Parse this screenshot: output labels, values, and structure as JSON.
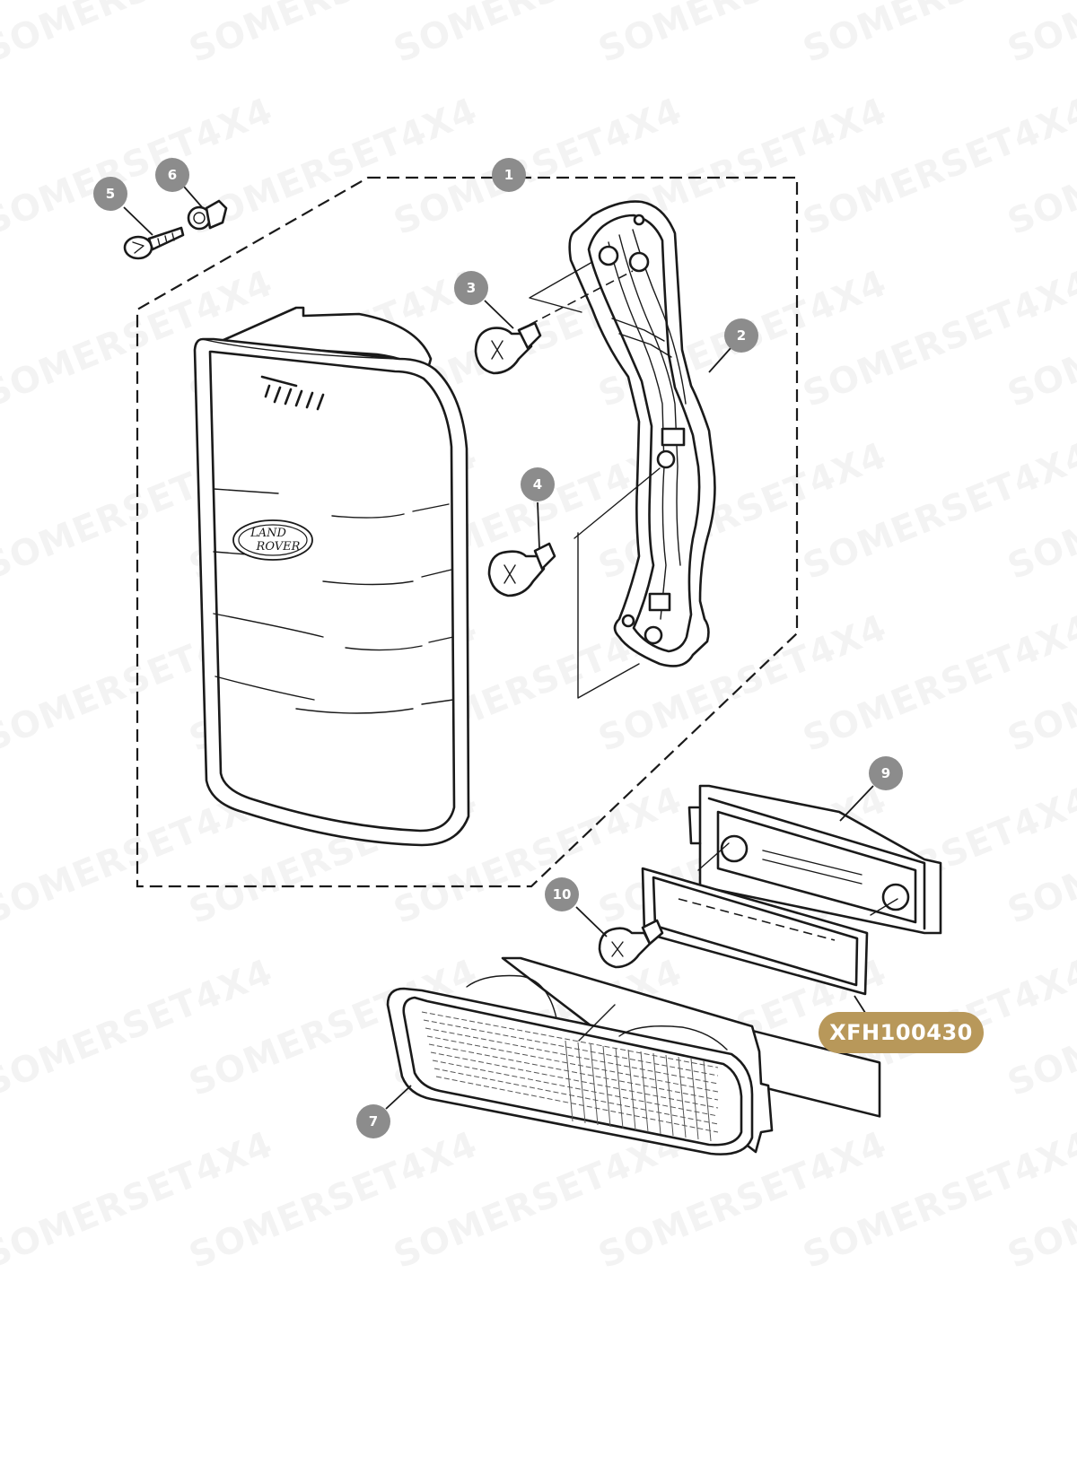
{
  "watermark": {
    "text": "SOMERSET4X4"
  },
  "callouts": [
    {
      "id": "callout-1",
      "label": "1"
    },
    {
      "id": "callout-2",
      "label": "2"
    },
    {
      "id": "callout-3",
      "label": "3"
    },
    {
      "id": "callout-4",
      "label": "4"
    },
    {
      "id": "callout-5",
      "label": "5"
    },
    {
      "id": "callout-6",
      "label": "6"
    },
    {
      "id": "callout-7",
      "label": "7"
    },
    {
      "id": "callout-9",
      "label": "9"
    },
    {
      "id": "callout-10",
      "label": "10"
    }
  ],
  "lamp_logo": {
    "line1": "LAND",
    "line2": "ROVER"
  },
  "part_number_badge": {
    "text": "XFH100430",
    "color": "#b8985a"
  },
  "colors": {
    "callout_fill": "#8c8c8c",
    "line": "#1a1a1a"
  }
}
